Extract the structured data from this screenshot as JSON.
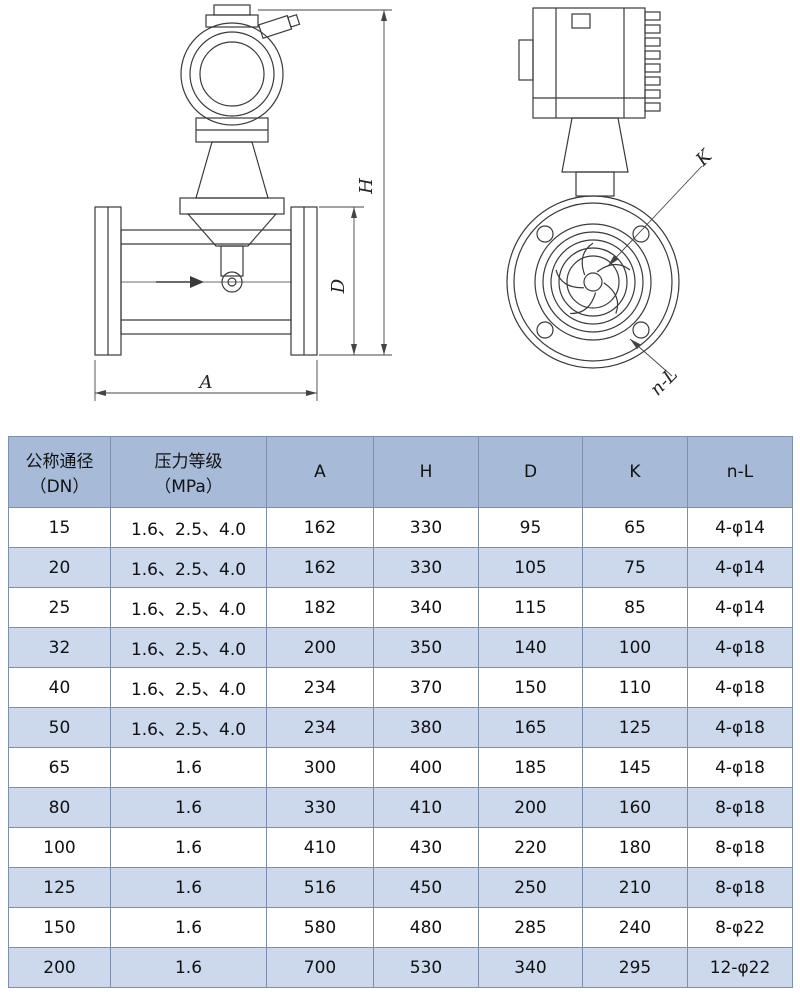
{
  "drawing": {
    "labels": {
      "h": "H",
      "d": "D",
      "a": "A",
      "k": "K",
      "nl": "n-L"
    }
  },
  "table": {
    "header": {
      "col1": [
        "公称通径",
        "（DN）"
      ],
      "col2": [
        "压力等级",
        "（MPa）"
      ],
      "cols": [
        "A",
        "H",
        "D",
        "K",
        "n-L"
      ]
    },
    "rows": [
      [
        "15",
        "1.6、2.5、4.0",
        "162",
        "330",
        "95",
        "65",
        "4-φ14"
      ],
      [
        "20",
        "1.6、2.5、4.0",
        "162",
        "330",
        "105",
        "75",
        "4-φ14"
      ],
      [
        "25",
        "1.6、2.5、4.0",
        "182",
        "340",
        "115",
        "85",
        "4-φ14"
      ],
      [
        "32",
        "1.6、2.5、4.0",
        "200",
        "350",
        "140",
        "100",
        "4-φ18"
      ],
      [
        "40",
        "1.6、2.5、4.0",
        "234",
        "370",
        "150",
        "110",
        "4-φ18"
      ],
      [
        "50",
        "1.6、2.5、4.0",
        "234",
        "380",
        "165",
        "125",
        "4-φ18"
      ],
      [
        "65",
        "1.6",
        "300",
        "400",
        "185",
        "145",
        "4-φ18"
      ],
      [
        "80",
        "1.6",
        "330",
        "410",
        "200",
        "160",
        "8-φ18"
      ],
      [
        "100",
        "1.6",
        "410",
        "430",
        "220",
        "180",
        "8-φ18"
      ],
      [
        "125",
        "1.6",
        "516",
        "450",
        "250",
        "210",
        "8-φ18"
      ],
      [
        "150",
        "1.6",
        "580",
        "480",
        "285",
        "240",
        "8-φ22"
      ],
      [
        "200",
        "1.6",
        "700",
        "530",
        "340",
        "295",
        "12-φ22"
      ]
    ]
  },
  "colors": {
    "header_bg": "#a7bbd8",
    "row_alt_bg": "#ccd9ec",
    "row_bg": "#ffffff",
    "grid_line": "#7e8fae",
    "text": "#111111"
  }
}
